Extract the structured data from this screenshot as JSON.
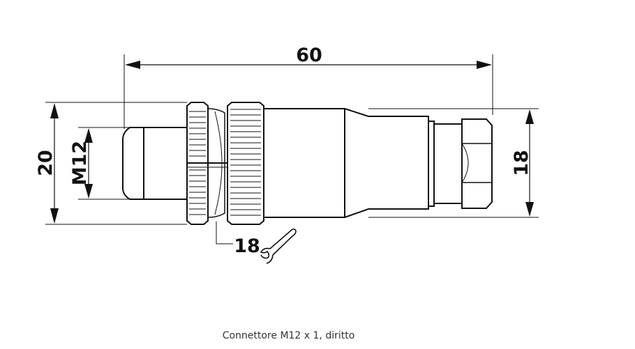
{
  "drawing": {
    "dimensions": {
      "overall_length": "60",
      "outer_diameter": "20",
      "thread": "M12",
      "cable_diameter": "18",
      "wrench_size": "18"
    }
  },
  "caption": "Connettore M12 x 1, diritto"
}
